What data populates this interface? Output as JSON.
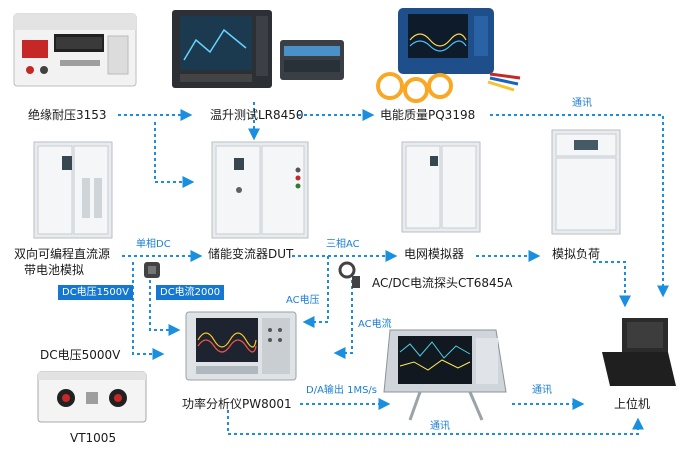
{
  "colors": {
    "line": "#1a8fe0",
    "badge": "#1677d2",
    "cabinet": "#e9ecef",
    "screen": "#1d2430"
  },
  "labels": {
    "insulation": "绝缘耐压3153",
    "temp_rise": "温升测试LR8450",
    "power_quality": "电能质量PQ3198",
    "bidirectional_1": "双向可编程直流源",
    "bidirectional_2": "带电池模拟",
    "pcs": "储能变流器DUT",
    "grid_sim": "电网模拟器",
    "load_sim": "模拟负荷",
    "probe": "AC/DC电流探头CT6845A",
    "dc_voltage_5000": "DC电压5000V",
    "vt": "VT1005",
    "analyzer": "功率分析仪PW8001",
    "host": "上位机"
  },
  "edge_labels": {
    "comm_top": "通讯",
    "single_phase": "单相DC",
    "three_phase": "三相AC",
    "ac_voltage": "AC电压",
    "ac_current": "AC电流",
    "da_output": "D/A输出 1MS/s",
    "comm_mid": "通讯",
    "comm_bottom": "通讯"
  },
  "badges": {
    "dc_v1500": "DC电压1500V",
    "dc_i2000": "DC电流2000"
  }
}
